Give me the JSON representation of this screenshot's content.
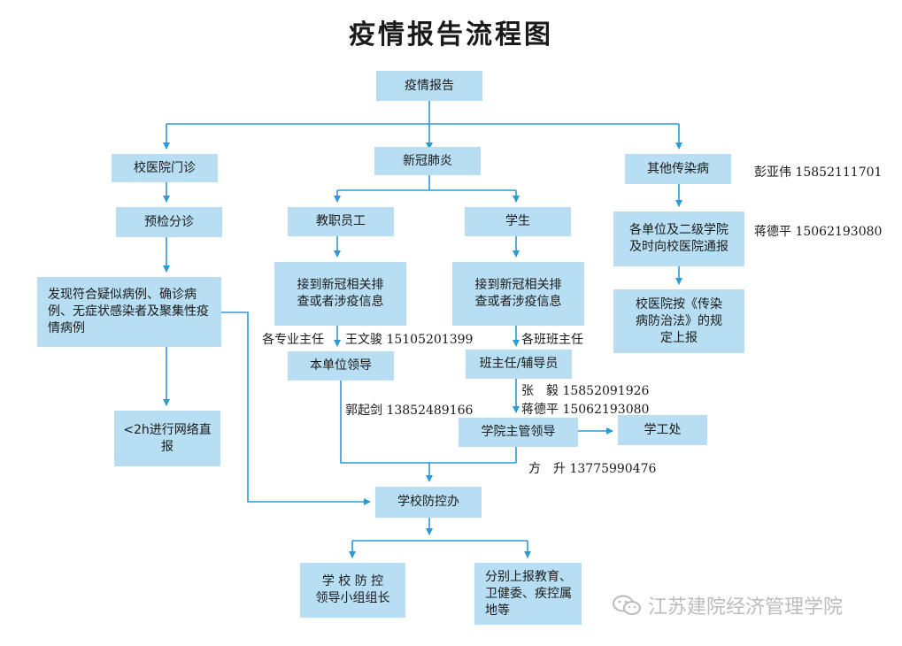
{
  "title": "疫情报告流程图",
  "boxes": {
    "report": "疫情报告",
    "clinic": "校医院门诊",
    "covid": "新冠肺炎",
    "other": "其他传染病",
    "precheck": "预检分诊",
    "staff": "教职员工",
    "student": "学生",
    "units_notify": "各单位及二级学院及时向校医院通报",
    "found_cases": "发现符合疑似病例、确诊病例、无症状感染者及聚集性疫情病例",
    "staff_info": "接到新冠相关排查或者涉疫信息",
    "student_info": "接到新冠相关排查或者涉疫信息",
    "per_law": "校医院按《传染病防治法》的规定上报",
    "unit_leader": "本单位领导",
    "class_teacher": "班主任/辅导员",
    "network_report": "<2h进行网络直报",
    "college_leader": "学院主管领导",
    "student_affairs": "学工处",
    "prevention_office": "学校防控办",
    "group_leader": "学 校 防 控 领导小组组长",
    "report_up": "分别上报教育、卫健委、疾控属地等"
  },
  "notes": {
    "peng": "彭亚伟 15852111701",
    "jiang1": "蒋德平 15062193080",
    "major_head": "各专业主任",
    "wang": "王文骏 15105201399",
    "class_head": "各班班主任",
    "zhang": "张　毅 15852091926",
    "jiang2": "蒋德平 15062193080",
    "guo": "郭起剑 13852489166",
    "fang": "方　升 13775990476"
  },
  "watermark": "江苏建院经济管理学院",
  "colors": {
    "box": "#b7def2",
    "line": "#2a9ad8"
  }
}
